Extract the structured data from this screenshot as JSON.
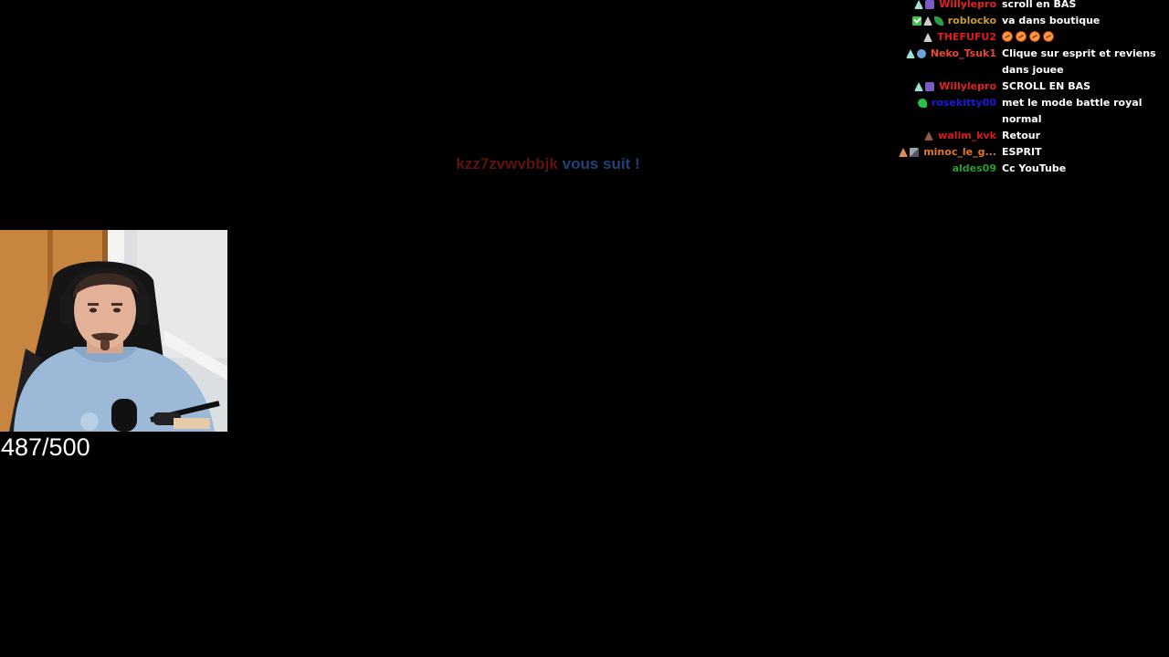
{
  "alert": {
    "username": "kzz7zvwvbbjk",
    "message": "vous suit !",
    "username_color": "#5e1212",
    "message_color": "#1d4473"
  },
  "webcam": {
    "label": "streamer webcam"
  },
  "counter": {
    "text": "487/500"
  },
  "chat": {
    "messages": [
      {
        "badges": [
          "cone-teal",
          "purple-badge"
        ],
        "user": "Willylepro",
        "user_color": "#e02222",
        "text": "scroll en BAS"
      },
      {
        "badges": [
          "check-badge",
          "cone-grey",
          "leaf-badge"
        ],
        "user": "roblocko",
        "user_color": "#c89a2e",
        "text": "va dans boutique"
      },
      {
        "badges": [
          "cone-grey"
        ],
        "user": "THEFUFU2",
        "user_color": "#e01b1b",
        "text": "",
        "emotes": 4
      },
      {
        "badges": [
          "cone-teal",
          "globe-badge"
        ],
        "user": "Neko_Tsuk1",
        "user_color": "#e8472e",
        "text": "Clique sur esprit et reviens dans jouee"
      },
      {
        "badges": [
          "cone-teal",
          "purple-badge"
        ],
        "user": "Willylepro",
        "user_color": "#e02222",
        "text": "SCROLL EN BAS"
      },
      {
        "badges": [
          "green-badge"
        ],
        "user": "rosekitty00",
        "user_color": "#1b1bd6",
        "text": "met le mode battle royal normal"
      },
      {
        "badges": [
          "cone-brown"
        ],
        "user": "walim_kvk",
        "user_color": "#d61b1b",
        "text": "Retour"
      },
      {
        "badges": [
          "cone-peach",
          "mosaic-badge"
        ],
        "user": "minoc_le_g...",
        "user_color": "#e0762e",
        "text": "ESPRIT"
      },
      {
        "badges": [],
        "user": "aldes09",
        "user_color": "#2f9a33",
        "text": "Cc YouTube"
      }
    ]
  }
}
